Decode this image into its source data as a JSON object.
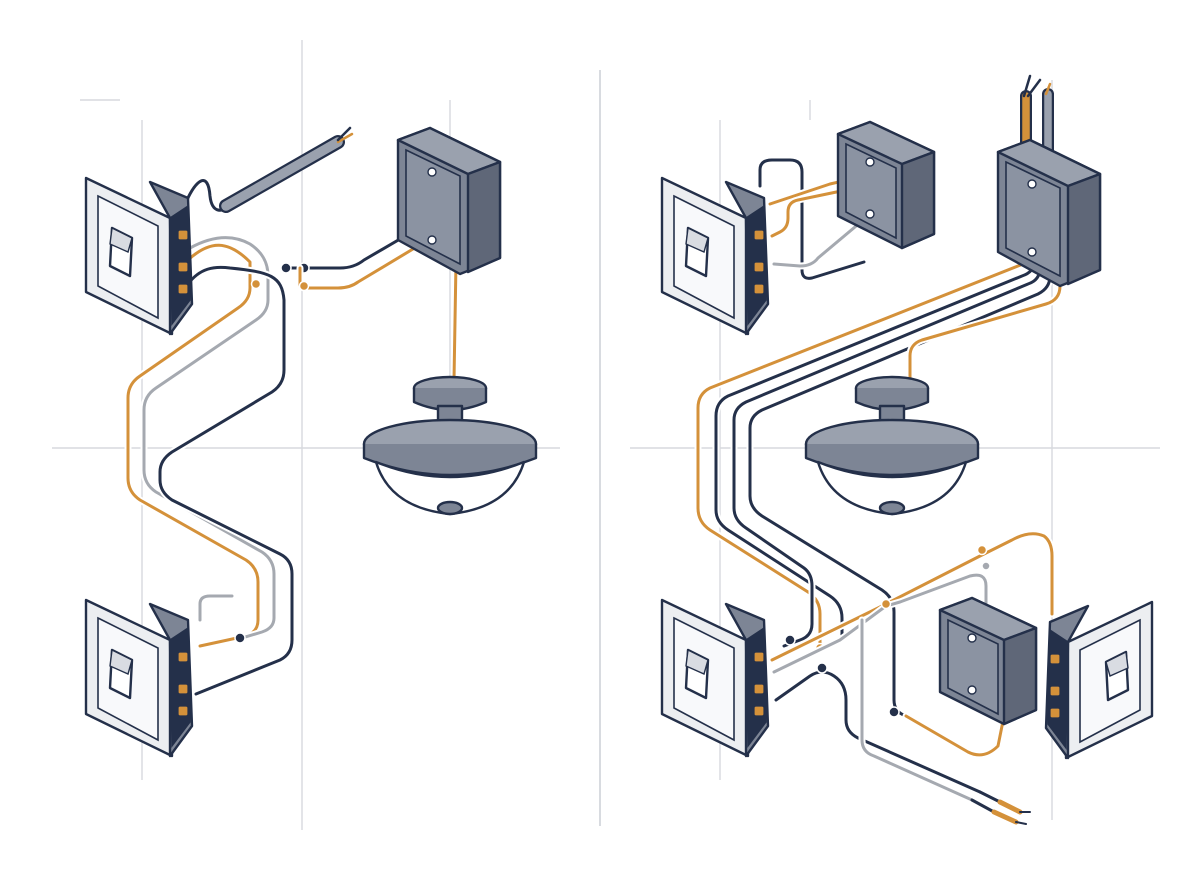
{
  "colors": {
    "background": "#ffffff",
    "outline": "#24304a",
    "wire_orange": "#d4913a",
    "wire_navy": "#24304a",
    "wire_gray": "#a5a9b0",
    "metal": "#7d8595",
    "metal_light": "#9aa1ae",
    "plate": "#eceef1",
    "guide": "#d7d9de"
  },
  "panels": [
    {
      "id": "left",
      "components": [
        "wall-switch-upper",
        "wall-switch-lower",
        "junction-box",
        "ceiling-light",
        "supply-cable"
      ],
      "wire_colors": [
        "orange",
        "navy",
        "gray"
      ]
    },
    {
      "id": "right",
      "components": [
        "wall-switch-upper",
        "wall-switch-lower",
        "wall-switch-side",
        "junction-box-small",
        "junction-box-main",
        "junction-box-mid",
        "ceiling-light",
        "supply-cable-top",
        "wire-leads-bottom"
      ],
      "wire_colors": [
        "orange",
        "navy",
        "gray"
      ]
    }
  ]
}
